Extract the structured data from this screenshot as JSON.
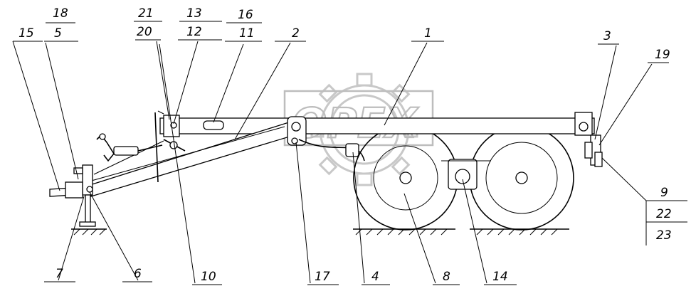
{
  "watermark": {
    "text": "OPEX"
  },
  "callouts": [
    {
      "id": "c18",
      "text": "18"
    },
    {
      "id": "c5",
      "text": "5"
    },
    {
      "id": "c15",
      "text": "15"
    },
    {
      "id": "c21",
      "text": "21"
    },
    {
      "id": "c20",
      "text": "20"
    },
    {
      "id": "c13",
      "text": "13"
    },
    {
      "id": "c12",
      "text": "12"
    },
    {
      "id": "c16",
      "text": "16"
    },
    {
      "id": "c11",
      "text": "11"
    },
    {
      "id": "c2",
      "text": "2"
    },
    {
      "id": "c1",
      "text": "1"
    },
    {
      "id": "c3",
      "text": "3"
    },
    {
      "id": "c19",
      "text": "19"
    },
    {
      "id": "c9",
      "text": "9"
    },
    {
      "id": "c22",
      "text": "22"
    },
    {
      "id": "c23",
      "text": "23"
    },
    {
      "id": "c7",
      "text": "7"
    },
    {
      "id": "c6",
      "text": "6"
    },
    {
      "id": "c10",
      "text": "10"
    },
    {
      "id": "c17",
      "text": "17"
    },
    {
      "id": "c4",
      "text": "4"
    },
    {
      "id": "c8",
      "text": "8"
    },
    {
      "id": "c14",
      "text": "14"
    }
  ]
}
